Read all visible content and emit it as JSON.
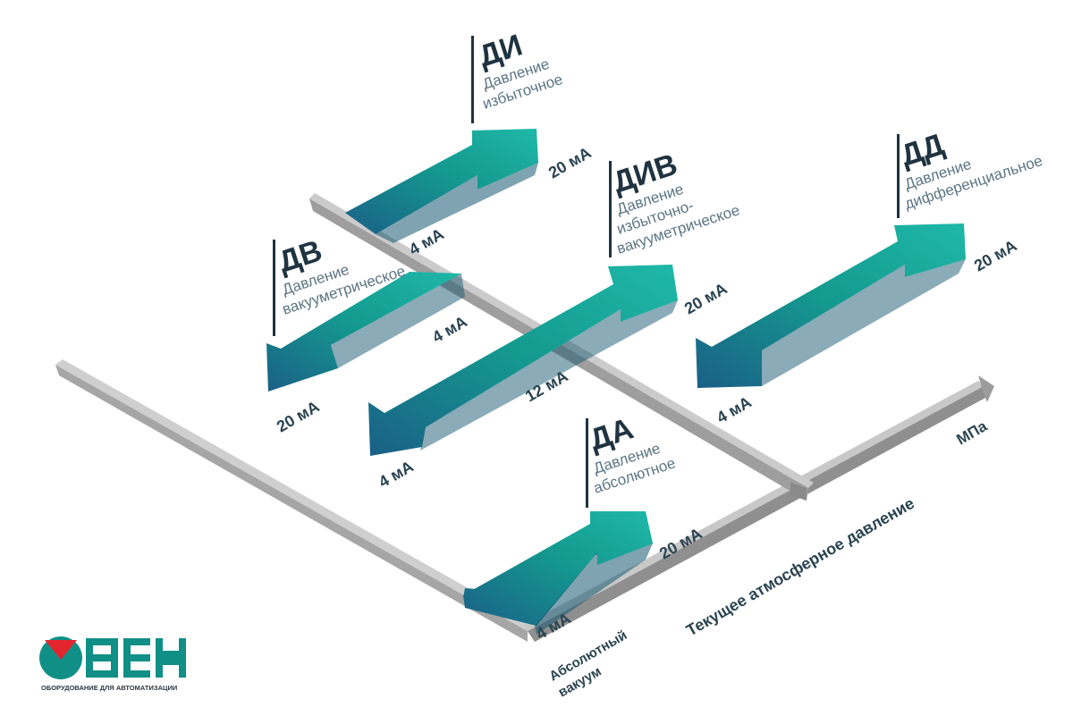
{
  "sensors": {
    "di": {
      "code": "ДИ",
      "desc1": "Давление",
      "desc2": "избыточное",
      "start": "4 мА",
      "end": "20 мА"
    },
    "dv": {
      "code": "ДВ",
      "desc1": "Давление",
      "desc2": "вакууметрическое",
      "start": "4 мА",
      "end": "20 мА"
    },
    "div": {
      "code": "ДИВ",
      "desc1": "Давление",
      "desc2": "избыточно-",
      "desc3": "вакууметрическое",
      "start": "4 мА",
      "mid": "12 мА",
      "end": "20 мА"
    },
    "dd": {
      "code": "ДД",
      "desc1": "Давление",
      "desc2": "дифференциальное",
      "start": "4 мА",
      "end": "20 мА"
    },
    "da": {
      "code": "ДА",
      "desc1": "Давление",
      "desc2": "абсолютное",
      "start": "4 мА",
      "end": "20 мА"
    }
  },
  "axes": {
    "absolute_vacuum_line1": "Абсолютный",
    "absolute_vacuum_line2": "вакуум",
    "atmospheric": "Текущее атмосферное давление",
    "unit": "МПа"
  },
  "logo": {
    "word": "ОВЕН",
    "tagline": "ОБОРУДОВАНИЕ ДЛЯ АВТОМАТИЗАЦИИ"
  },
  "colors": {
    "arrow_light": "#17b3a4",
    "arrow_dark": "#1a5f86",
    "axis_grey": "#9a9a9a",
    "text_dark": "#1f3340",
    "logo_green": "#0f8f86",
    "logo_red": "#e3262d"
  }
}
